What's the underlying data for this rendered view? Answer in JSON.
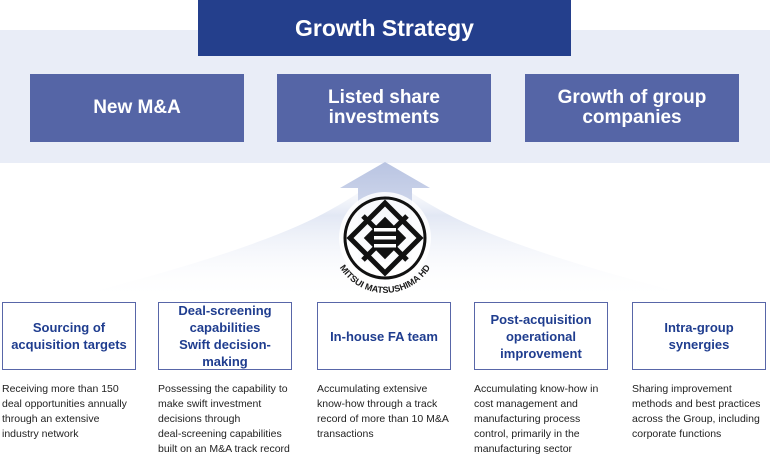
{
  "title": "Growth Strategy",
  "strategies": [
    {
      "label": "New M&A"
    },
    {
      "label": "Listed share\ninvestments"
    },
    {
      "label": "Growth of group\ncompanies"
    }
  ],
  "logo": {
    "text": "MITSUI MATSUSHIMA HD",
    "icon": "mitsui-matsushima-crest-icon"
  },
  "capabilities": [
    {
      "label": "Sourcing of\nacquisition targets",
      "description": "Receiving more than 150\ndeal opportunities annually\nthrough an extensive\nindustry network"
    },
    {
      "label": "Deal-screening\ncapabilities\nSwift decision-making",
      "description": "Possessing the capability to\nmake swift investment\ndecisions through\ndeal-screening capabilities\nbuilt on an M&A track record"
    },
    {
      "label": "In-house FA team",
      "description": "Accumulating extensive\nknow-how through a track\nrecord of more than 10 M&A\ntransactions"
    },
    {
      "label": "Post-acquisition\noperational\nimprovement",
      "description": "Accumulating know-how in\ncost management and\nmanufacturing process\ncontrol, primarily in the\nmanufacturing sector"
    },
    {
      "label": "Intra-group\nsynergies",
      "description": "Sharing improvement\nmethods and best practices\nacross the Group, including\ncorporate functions"
    }
  ],
  "colors": {
    "title_bg": "#243f8c",
    "box_bg": "#5565a6",
    "band_bg": "#e9edf7",
    "cap_text": "#1f3d8f"
  }
}
